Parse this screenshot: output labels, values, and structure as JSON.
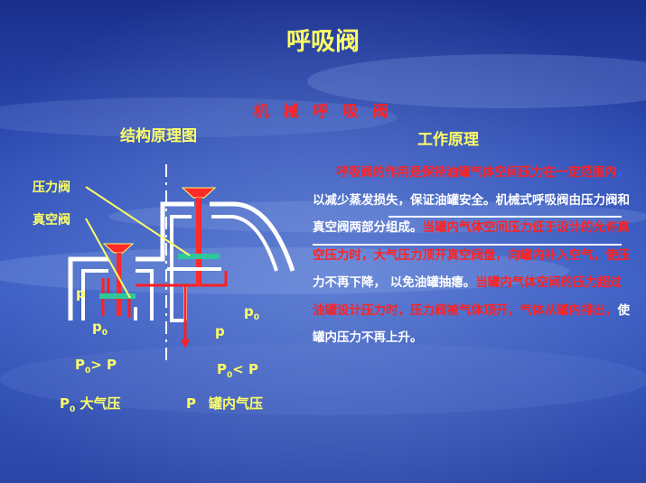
{
  "title": "呼吸阀",
  "subtitle": "机 械 呼 吸 阀",
  "left_heading": "结构原理图",
  "right_heading": "工作原理",
  "diagram": {
    "label_pressure_valve": "压力阀",
    "label_vacuum_valve": "真空阀",
    "label_p_left": "p",
    "label_p0_left": "p",
    "label_p0_left_sub": "0",
    "label_p0_right": "p",
    "label_p0_right_sub": "0",
    "label_p_right": "p",
    "cond_left": "P",
    "cond_left_sub": "0",
    "cond_left_rest": "> P",
    "cond_right": "P",
    "cond_right_sub": "0",
    "cond_right_rest": "< P",
    "legend_p0": "P",
    "legend_p0_sub": "0",
    "legend_p0_text": " 大气压",
    "legend_p": "P",
    "legend_p_text": "罐内气压"
  },
  "paragraph": {
    "s1": "呼吸阀的作用是保持油罐气体空间压力在一定范围内",
    "s2": "，",
    "s3": "以减少蒸发损失，保证油罐安全。机械式呼吸阀由压力阀和真空阀两部分组成。",
    "s4": "当罐内气体空间压力低于设计的允许真空压力时，大气压力顶开真空阀盘，向罐内补入空气，使压",
    "s5": "力不再下降， 以免油罐抽瘪。",
    "s6": "当罐内气体空间的压力超过油罐设计压力时，压力阀被气体顶开，气体从罐内排出，",
    "s7": "使罐内压力不再上升。"
  }
}
